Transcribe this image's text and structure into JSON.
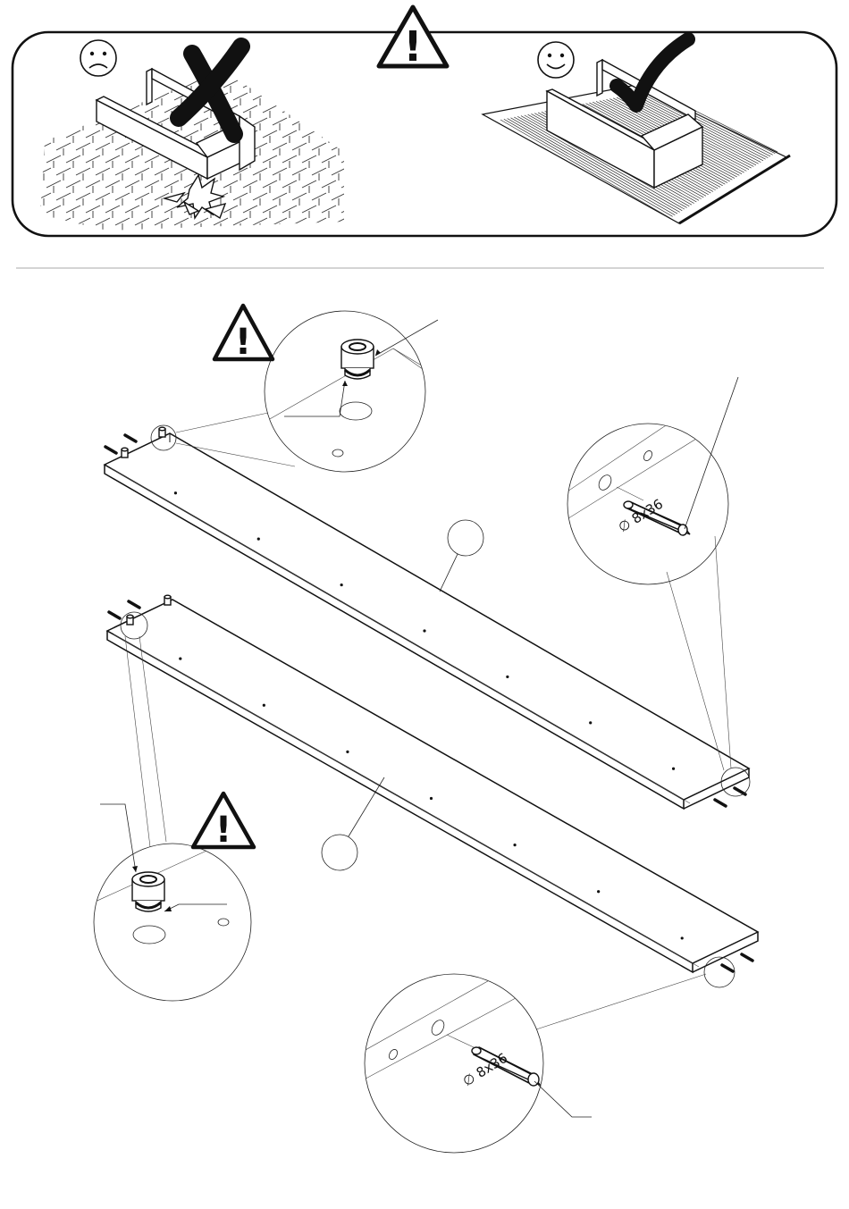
{
  "warnings": {
    "top_banner": {
      "symbol": "!"
    },
    "detail_cam_top": {
      "symbol": "!"
    },
    "detail_cam_bottom": {
      "symbol": "!"
    }
  },
  "comparison": {
    "wrong": {
      "face": "sad-face-icon",
      "mark": "X"
    },
    "right": {
      "face": "happy-face-icon",
      "mark": "check"
    }
  },
  "dowel_detail_upper": {
    "size_label": "∅ 8x36"
  },
  "dowel_detail_lower": {
    "size_label": "∅ 8x36"
  },
  "part_markers": {
    "upper_panel": "",
    "lower_panel": ""
  },
  "colors": {
    "ink": "#111111",
    "paper": "#ffffff",
    "rule": "#bbbbbb"
  }
}
